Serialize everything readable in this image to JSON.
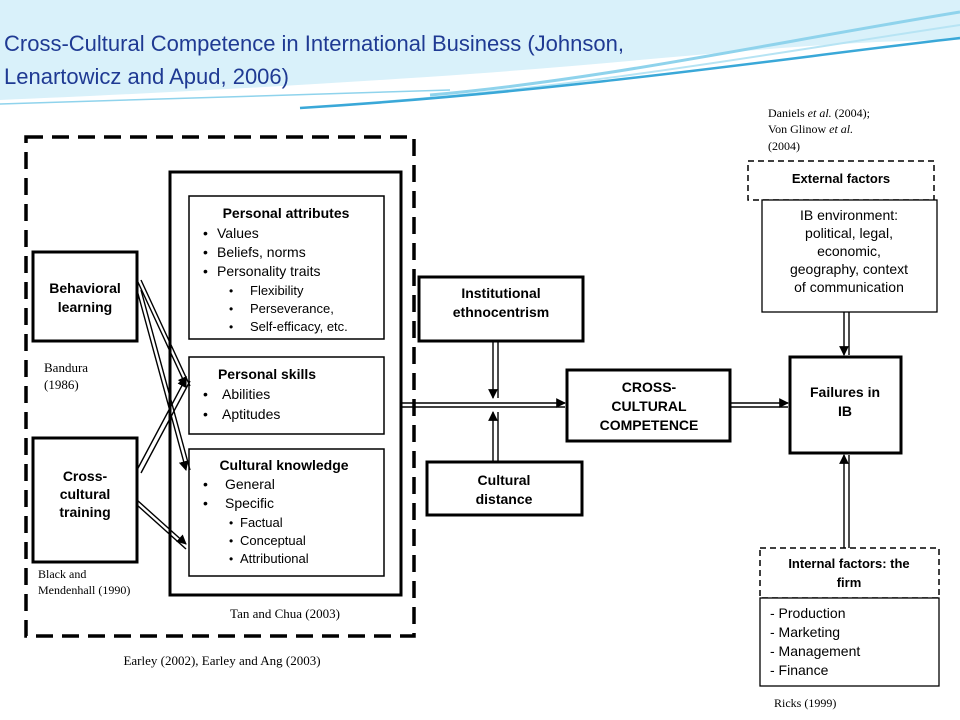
{
  "slide": {
    "title_line1": "Cross-Cultural Competence in International Business (Johnson,",
    "title_line2": "Lenartowicz and Apud, 2006)"
  },
  "colors": {
    "title": "#1f3a93",
    "banner_light": "#d9f1fa",
    "banner_mid": "#8fd3ec",
    "banner_dark": "#3aa8d8"
  },
  "diagram": {
    "behavioral_learning": [
      "Behavioral",
      "learning"
    ],
    "bandura": [
      "Bandura",
      "(1986)"
    ],
    "cross_cultural_training": [
      "Cross-",
      "cultural",
      "training"
    ],
    "black_mendenhall": [
      "Black and",
      "Mendenhall (1990)"
    ],
    "personal_attributes": {
      "title": "Personal attributes",
      "bullets": [
        "Values",
        "Beliefs, norms",
        "Personality traits"
      ],
      "sub_bullets": [
        "Flexibility",
        "Perseverance,",
        "Self-efficacy, etc."
      ]
    },
    "personal_skills": {
      "title": "Personal skills",
      "bullets": [
        "Abilities",
        "Aptitudes"
      ]
    },
    "cultural_knowledge": {
      "title": "Cultural knowledge",
      "bullets": [
        "General",
        "Specific"
      ],
      "sub_bullets": [
        "Factual",
        "Conceptual",
        "Attributional"
      ]
    },
    "tan_chua": "Tan and Chua (2003)",
    "earley": "Earley (2002), Earley and Ang (2003)",
    "institutional_ethnocentrism": [
      "Institutional",
      "ethnocentrism"
    ],
    "cultural_distance": [
      "Cultural",
      "distance"
    ],
    "cross_cultural_competence": [
      "CROSS-",
      "CULTURAL",
      "COMPETENCE"
    ],
    "failures_in_ib": [
      "Failures in",
      "IB"
    ],
    "daniels_citation": {
      "line1_pre": "Daniels ",
      "line1_em": "et al.",
      "line1_post": " (2004);",
      "line2_pre": "Von Glinow ",
      "line2_em": "et al.",
      "line3": "(2004)"
    },
    "external_factors": "External factors",
    "ib_environment": [
      "IB environment:",
      "political, legal,",
      "economic,",
      "geography, context",
      "of communication"
    ],
    "internal_factors": [
      "Internal factors: the",
      "firm"
    ],
    "internal_list": [
      "- Production",
      "- Marketing",
      "- Management",
      "- Finance"
    ],
    "ricks": "Ricks (1999)"
  }
}
